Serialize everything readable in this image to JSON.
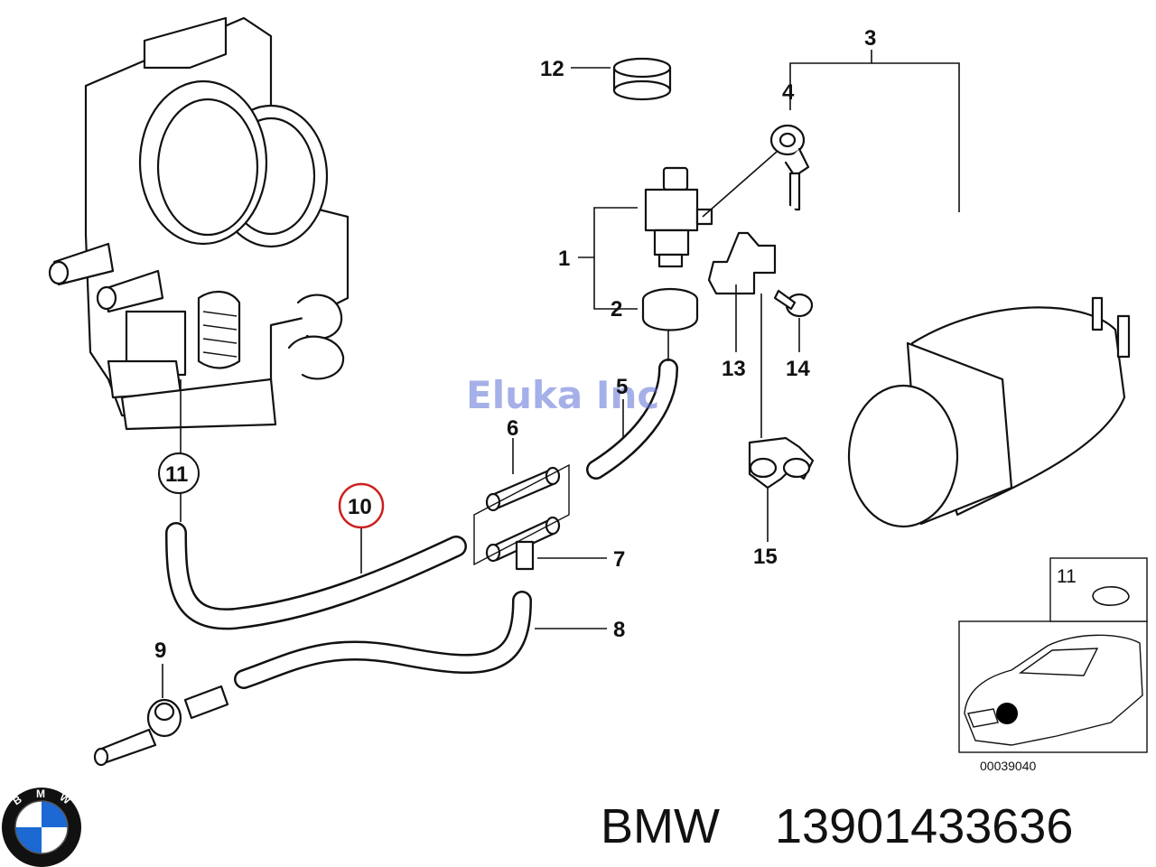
{
  "watermark": {
    "text": "Eluka Inc",
    "color": "#5b6fd6"
  },
  "highlight_color": "#cc1f1f",
  "callouts": {
    "c1": "1",
    "c2": "2",
    "c3": "3",
    "c4": "4",
    "c5": "5",
    "c6": "6",
    "c7": "7",
    "c8": "8",
    "c9": "9",
    "c10": "10",
    "c11": "11",
    "c12": "12",
    "c13": "13",
    "c14": "14",
    "c15": "15",
    "inset11": "11"
  },
  "inset": {
    "ref_number": "00039040"
  },
  "footer": {
    "brand": "BMW",
    "part_number": "13901433636",
    "logo_letters": [
      "B",
      "M",
      "W"
    ],
    "logo_colors": {
      "blue": "#1c69d4",
      "white": "#ffffff",
      "ring": "#111111"
    }
  }
}
